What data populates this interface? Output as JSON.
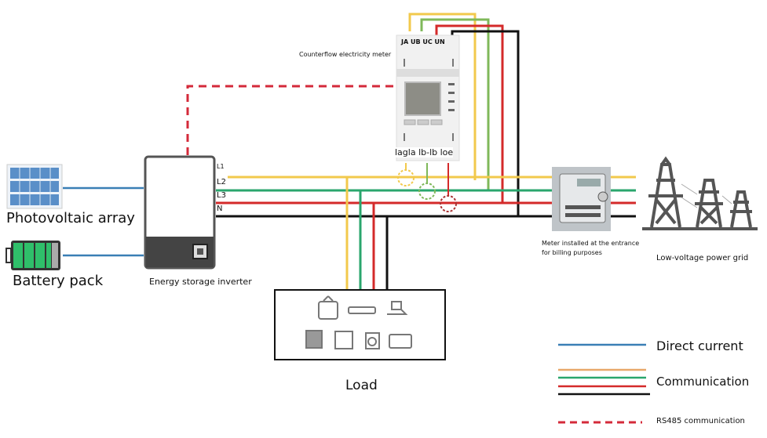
{
  "labels": {
    "meter_title": "Counterflow electricity meter",
    "meter_terminals_top": "JA UB UC UN",
    "meter_terminals_bottom": "lagla lb-lb loe",
    "photovoltaic": "Photovoltaic array",
    "battery": "Battery pack",
    "inverter": "Energy storage inverter",
    "phase_l1": "L1",
    "phase_l2": "L2",
    "phase_l3": "L3",
    "phase_n": "N",
    "billing_meter_line1": "Meter installed at the entrance",
    "billing_meter_line2": "for billing purposes",
    "grid": "Low-voltage power grid",
    "load": "Load"
  },
  "legend": [
    {
      "label": "Direct current",
      "colors": [
        "#3a7fb5"
      ],
      "style": "solid"
    },
    {
      "label": "Communication",
      "colors": [
        "#e8a86a",
        "#2aa66d",
        "#d42a2a",
        "#111111"
      ],
      "style": "solid"
    },
    {
      "label": "RS485 communication",
      "colors": [
        "#d42a3a"
      ],
      "style": "dashed"
    }
  ],
  "colors": {
    "dc": "#3a7fb5",
    "l1": "#f2c94c",
    "l2": "#2aa66d",
    "l3": "#d42a2a",
    "n": "#111111",
    "rs485": "#d42a3a",
    "device_gray": "#555555"
  },
  "load_appliances": [
    "tv-icon",
    "air-conditioner-icon",
    "range-hood-icon",
    "fridge-icon",
    "coffee-machine-icon",
    "washing-machine-icon",
    "microwave-icon"
  ]
}
